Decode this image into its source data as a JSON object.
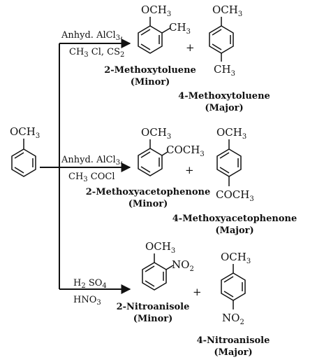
{
  "start": {
    "group": "OCH",
    "group_sub": "3"
  },
  "reactions": [
    {
      "reagent1_a": "Anhyd. AlCl",
      "reagent1_sub": "3",
      "reagent1_b": ",",
      "reagent2_a": "CH",
      "reagent2_sub1": "3",
      "reagent2_b": " Cl, CS",
      "reagent2_sub2": "2",
      "plus": "+",
      "minor": {
        "top_group": "OCH",
        "top_sub": "3",
        "side_group": "CH",
        "side_sub": "3",
        "name": "2-Methoxytoluene",
        "tag": "(Minor)"
      },
      "major": {
        "top_group": "OCH",
        "top_sub": "3",
        "bottom_group": "CH",
        "bottom_sub": "3",
        "name": "4-Methoxytoluene",
        "tag": "(Major)"
      }
    },
    {
      "reagent1_a": "Anhyd. AlCl",
      "reagent1_sub": "3",
      "reagent1_b": ",",
      "reagent2_a": "CH",
      "reagent2_sub1": "3",
      "reagent2_b": " COCl",
      "plus": "+",
      "minor": {
        "top_group": "OCH",
        "top_sub": "3",
        "side_group": "COCH",
        "side_sub": "3",
        "name": "2-Methoxyacetophenone",
        "tag": "(Minor)"
      },
      "major": {
        "top_group": "OCH",
        "top_sub": "3",
        "bottom_group": "COCH",
        "bottom_sub": "3",
        "name": "4-Methoxyacetophenone",
        "tag": "(Major)"
      }
    },
    {
      "reagent1_a": "H",
      "reagent1_sub": "2",
      "reagent1_b": " SO",
      "reagent1_sub2": "4",
      "reagent2_a": "HNO",
      "reagent2_sub1": "3",
      "plus": "+",
      "minor": {
        "top_group": "OCH",
        "top_sub": "3",
        "side_group": "NO",
        "side_sub": "2",
        "name": "2-Nitroanisole",
        "tag": "(Minor)"
      },
      "major": {
        "top_group": "OCH",
        "top_sub": "3",
        "bottom_group": "NO",
        "bottom_sub": "2",
        "name": "4-Nitroanisole",
        "tag": "(Major)"
      }
    }
  ]
}
